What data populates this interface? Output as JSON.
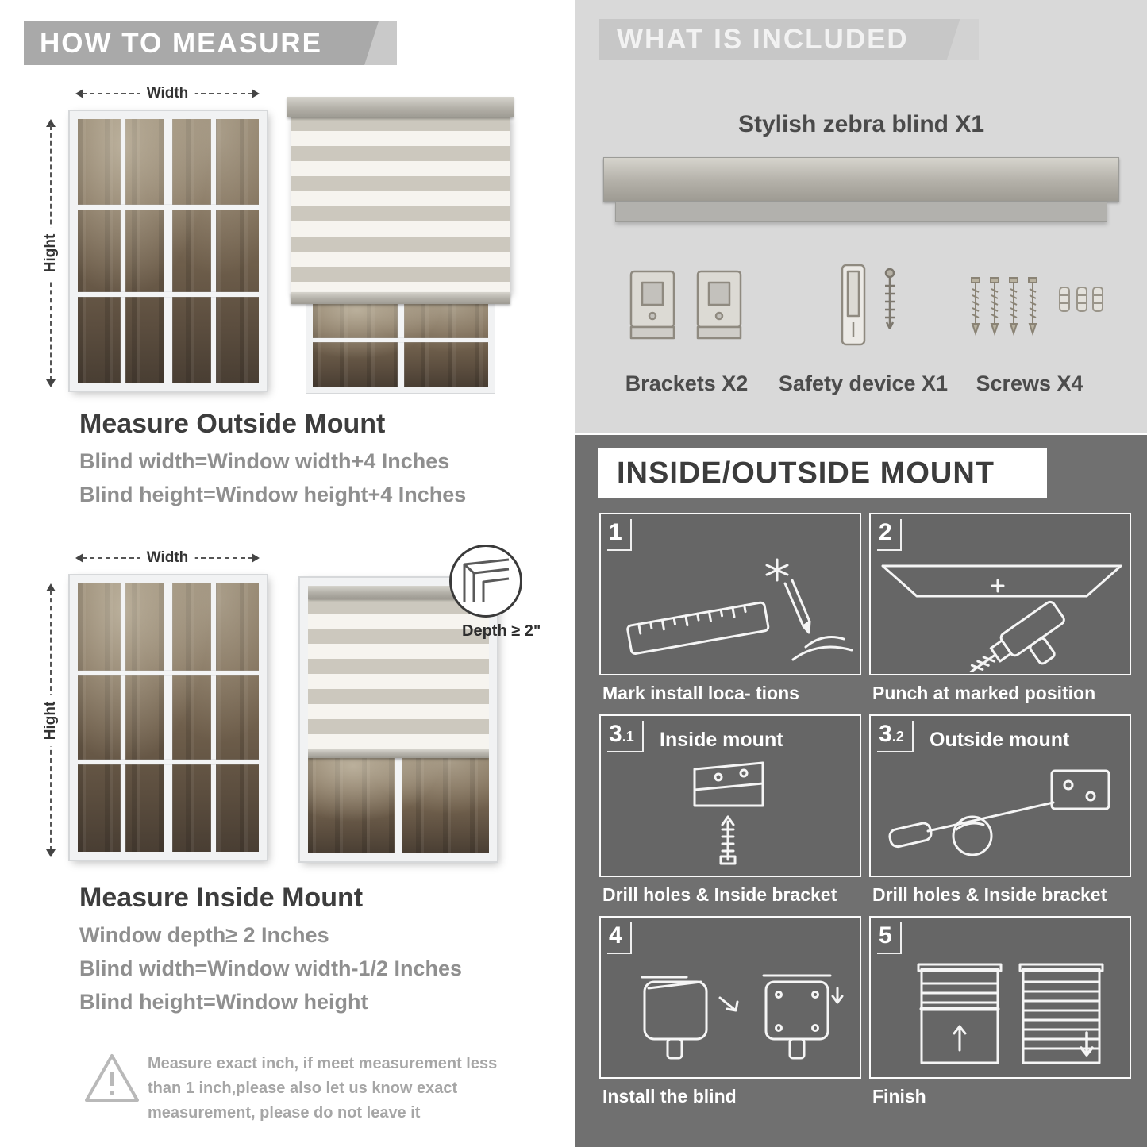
{
  "colors": {
    "ribbon_gray": "#a9a9a9",
    "panel_light": "#d9d9d9",
    "panel_dark": "#707070",
    "stripe_tan": "#ccc8be",
    "stripe_white": "#f6f4ef"
  },
  "left": {
    "banner": "HOW TO MEASURE",
    "outside": {
      "width_label": "Width",
      "height_label": "Hight",
      "heading": "Measure Outside Mount",
      "lines": [
        "Blind width=Window width+4 Inches",
        "Blind height=Window height+4 Inches"
      ]
    },
    "inside": {
      "width_label": "Width",
      "height_label": "Hight",
      "depth_label": "Depth ≥ 2\"",
      "heading": "Measure Inside Mount",
      "lines": [
        "Window depth≥ 2 Inches",
        "Blind width=Window width-1/2 Inches",
        "Blind height=Window height"
      ]
    },
    "warning_text": "Measure exact inch, if meet measurement less than 1 inch,please also let us know exact measurement, please do not leave it"
  },
  "included": {
    "banner": "WHAT IS INCLUDED",
    "product_title": "Stylish zebra blind X1",
    "parts": [
      {
        "label": "Brackets X2"
      },
      {
        "label": "Safety device X1"
      },
      {
        "label": "Screws X4"
      }
    ]
  },
  "mount": {
    "banner": "INSIDE/OUTSIDE MOUNT",
    "steps": [
      {
        "num": "1",
        "sub": "",
        "title": "",
        "caption": "Mark install loca- tions"
      },
      {
        "num": "2",
        "sub": "",
        "title": "",
        "caption": "Punch at  marked position"
      },
      {
        "num": "3",
        "sub": ".1",
        "title": "Inside mount",
        "caption": "Drill holes &  Inside bracket"
      },
      {
        "num": "3",
        "sub": ".2",
        "title": "Outside mount",
        "caption": "Drill holes &  Inside bracket"
      },
      {
        "num": "4",
        "sub": "",
        "title": "",
        "caption": "Install the blind"
      },
      {
        "num": "5",
        "sub": "",
        "title": "",
        "caption": "Finish"
      }
    ]
  }
}
